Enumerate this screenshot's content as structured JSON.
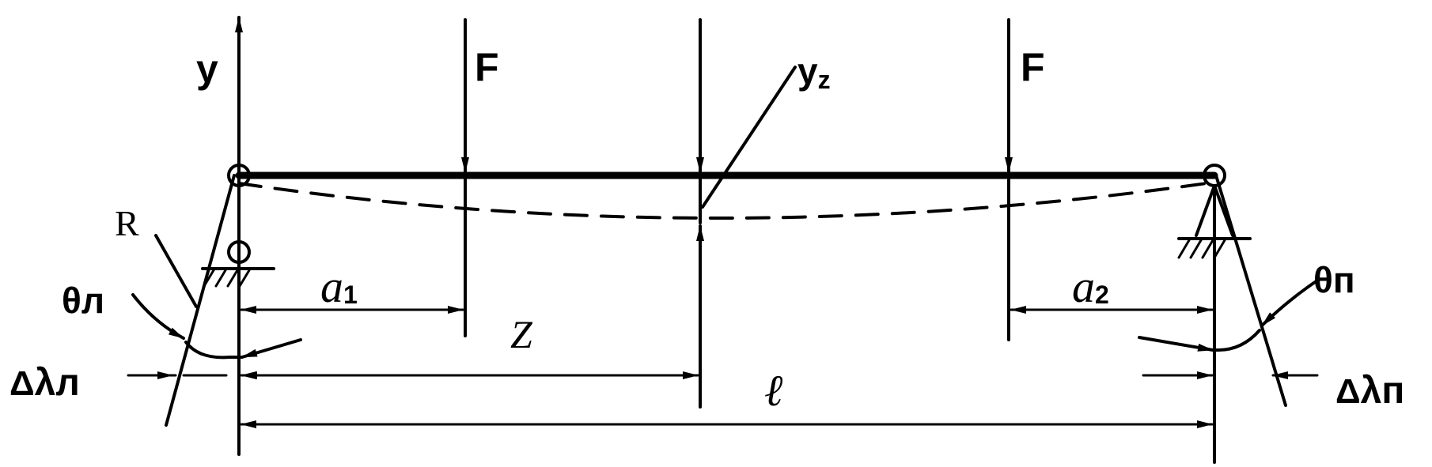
{
  "labels": {
    "y_axis": "y",
    "force_left": "F",
    "force_right": "F",
    "deflection_main": "y",
    "deflection_sub": "z",
    "radius": "R",
    "theta_left": "θл",
    "theta_right": "θп",
    "a1_main": "a",
    "a1_sub": "1",
    "a2_main": "a",
    "a2_sub": "2",
    "z_coord": "Z",
    "span_length": "ℓ",
    "delta_left_symbol": "Δ",
    "delta_left_text": "λл",
    "delta_right_symbol": "Δ",
    "delta_right_text": "λп"
  }
}
